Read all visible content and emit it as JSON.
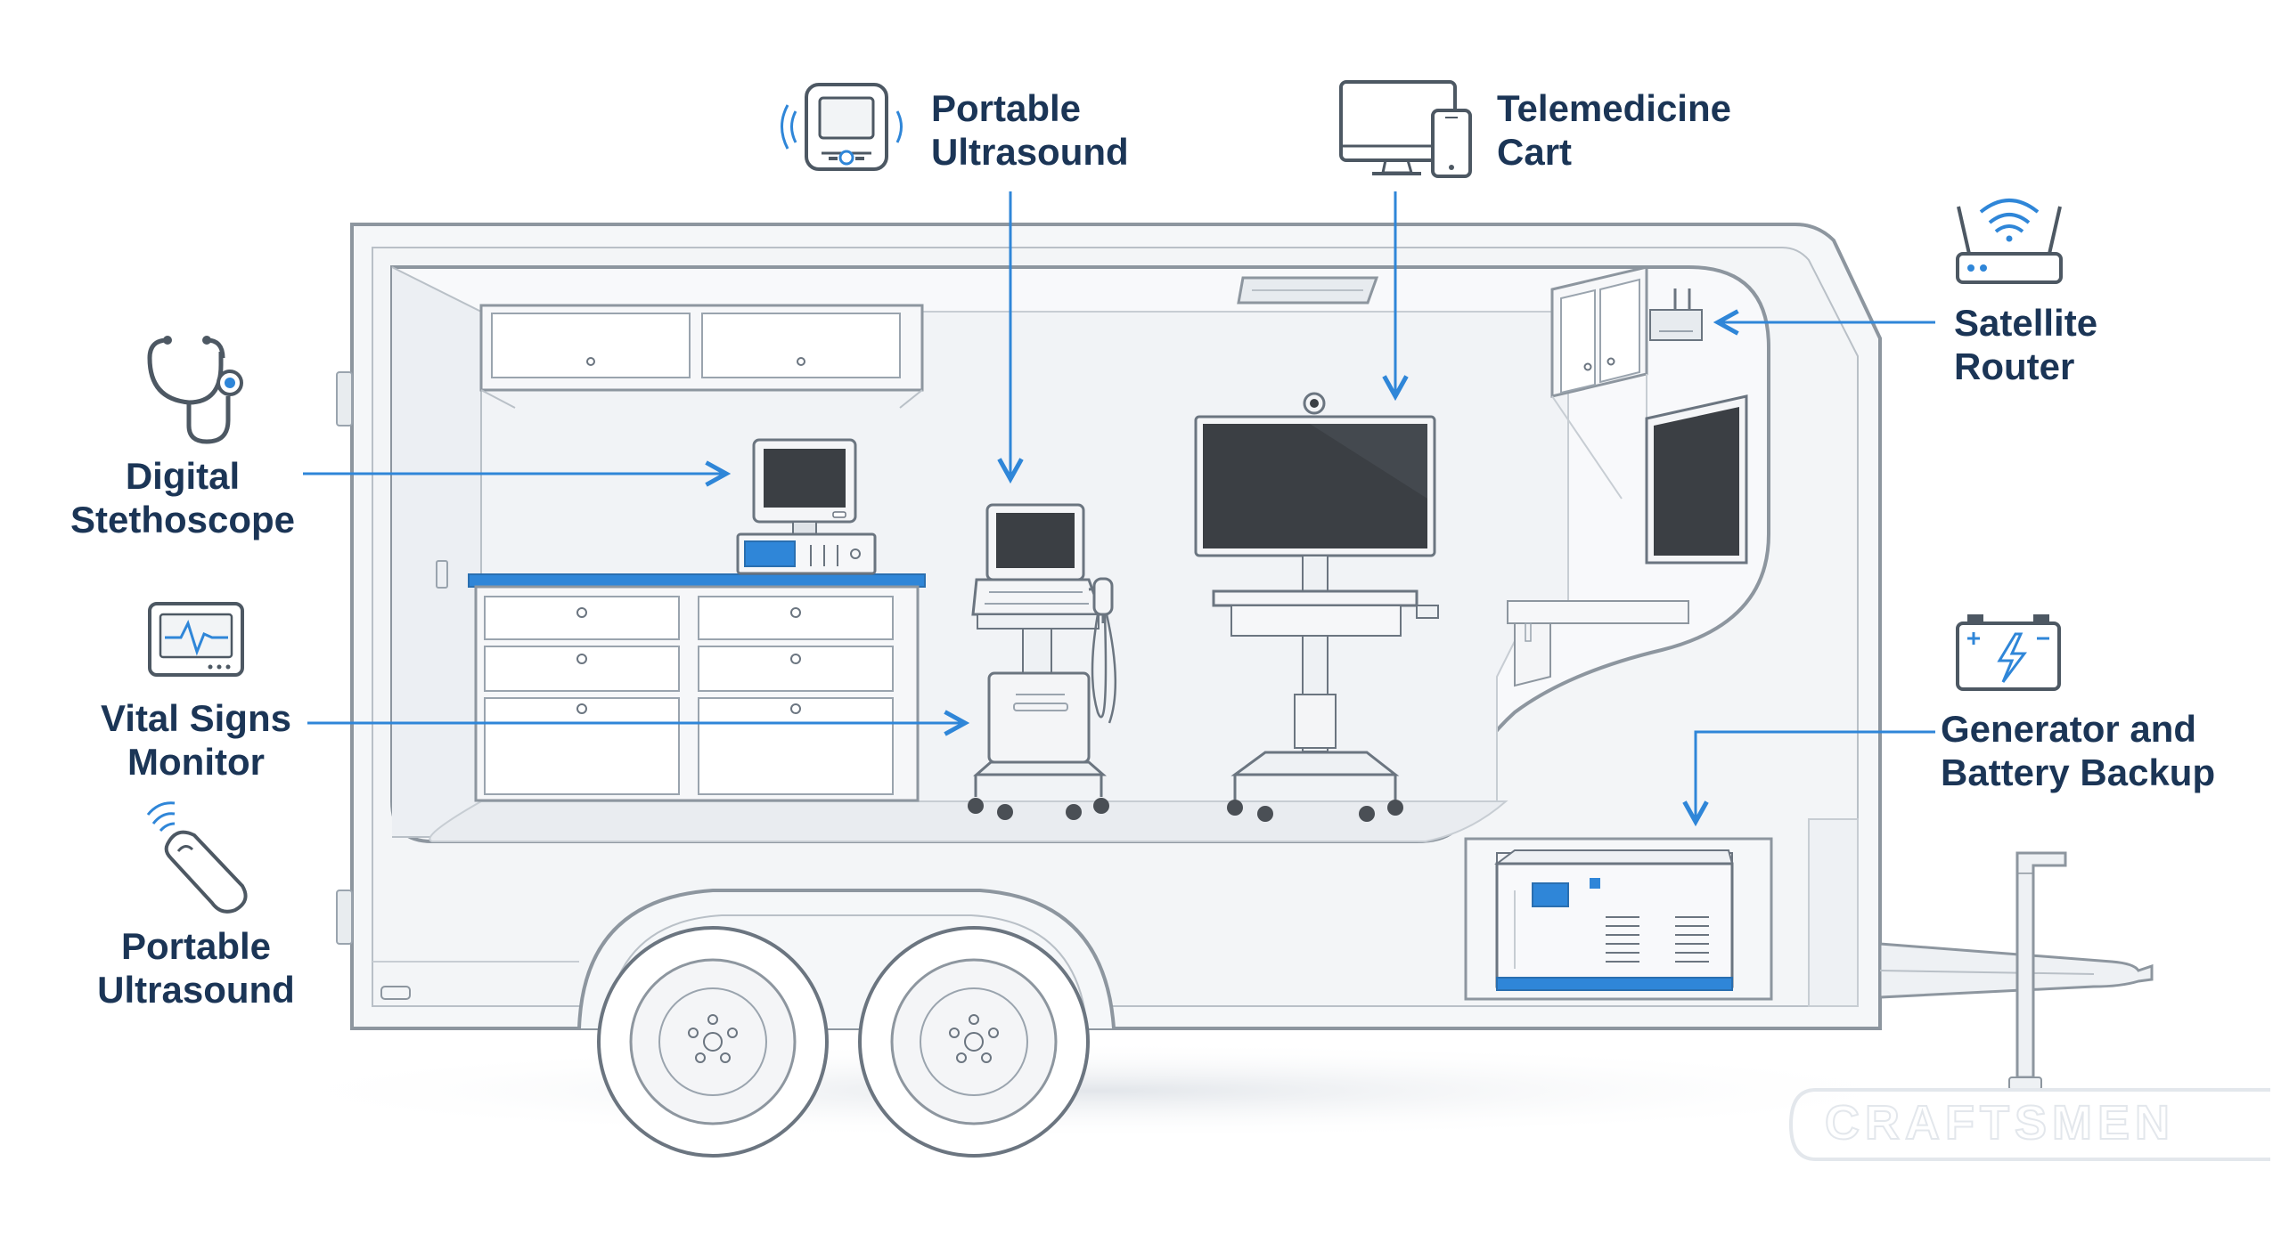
{
  "labels": {
    "portable_ultrasound_top": [
      "Portable",
      "Ultrasound"
    ],
    "telemedicine_cart": [
      "Telemedicine",
      "Cart"
    ],
    "satellite_router": [
      "Satellite",
      "Router"
    ],
    "digital_stethoscope": [
      "Digital",
      "Stethoscope"
    ],
    "vital_signs_monitor": [
      "Vital Signs",
      "Monitor"
    ],
    "portable_ultrasound_bottom": [
      "Portable",
      "Ultrasound"
    ],
    "generator_battery": [
      "Generator and",
      "Battery Backup"
    ]
  },
  "watermark": "CRAFTSMEN",
  "colors": {
    "accent": "#2f86d8",
    "line": "#9aa4ae",
    "dark_line": "#6b7580",
    "screen": "#3b3f44",
    "label": "#1b3556",
    "fill": "#eef1f4"
  },
  "icons": [
    "ultrasound-device-icon",
    "telemedicine-devices-icon",
    "wifi-router-icon",
    "stethoscope-icon",
    "vital-signs-monitor-icon",
    "ultrasound-probe-icon",
    "battery-icon"
  ]
}
